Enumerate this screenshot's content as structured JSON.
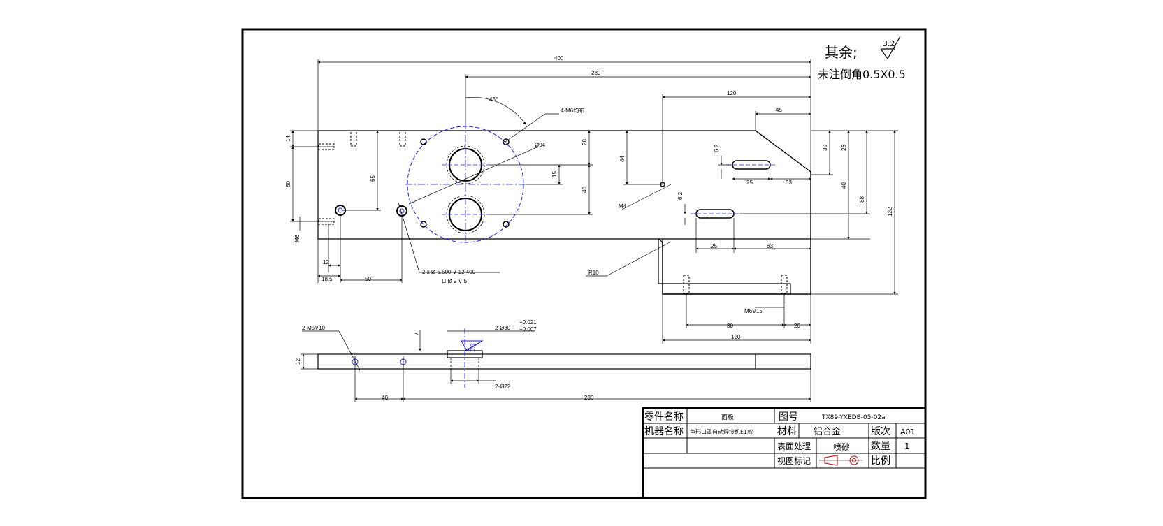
{
  "notes": {
    "qiyu": "其余;",
    "roughness_general": "3.2",
    "chamfer": "未注倒角0.5X0.5",
    "roughness_bore": "0.8"
  },
  "dimensions": {
    "d400": "400",
    "d280": "280",
    "d120_top": "120",
    "d45": "45",
    "angle45": "45°",
    "holes_4m6": "4-M6均布",
    "dia94": "Ø94",
    "d14": "14",
    "d60": "60",
    "d65": "65",
    "m6": "M6",
    "d28a": "28",
    "d15": "15",
    "d40a": "40",
    "d44": "44",
    "m4": "M4",
    "d6_2a": "6.2",
    "d6_2b": "6.2",
    "d30": "30",
    "d28b": "28",
    "d40b": "40",
    "d25a": "25",
    "d33": "33",
    "d88": "88",
    "d122": "122",
    "d25b": "25",
    "d63": "63",
    "r10": "R10",
    "d12": "12",
    "d18_5": "18.5",
    "d50": "50",
    "hole_spec1": "2 x Ø 5.500 ⊽ 12.400",
    "hole_spec2": "⊔ Ø 9 ⊽ 5",
    "m6_15": "M6⊽15",
    "d80": "80",
    "d20": "20",
    "d120_bot": "120",
    "m5_10": "2-M5⊽10",
    "d7": "7",
    "dia30": "2-Ø30",
    "tol_up": "+0.021",
    "tol_low": "+0.007",
    "d12_side": "12",
    "dia22": "2-Ø22",
    "d40_side": "40",
    "d230": "230"
  },
  "title_block": {
    "part_name_label": "零件名称",
    "part_name": "面板",
    "drawing_no_label": "图号",
    "drawing_no": "TX89-YXEDB-05-02a",
    "machine_label": "机器名称",
    "machine": "鱼形口罩自动焊接机E1款",
    "material_label": "材料",
    "material": "铝合金",
    "revision_label": "版次",
    "revision": "A01",
    "surface_label": "表面处理",
    "surface": "喷砂",
    "qty_label": "数量",
    "qty": "1",
    "view_label": "视图标记",
    "scale_label": "比例",
    "scale": ""
  }
}
